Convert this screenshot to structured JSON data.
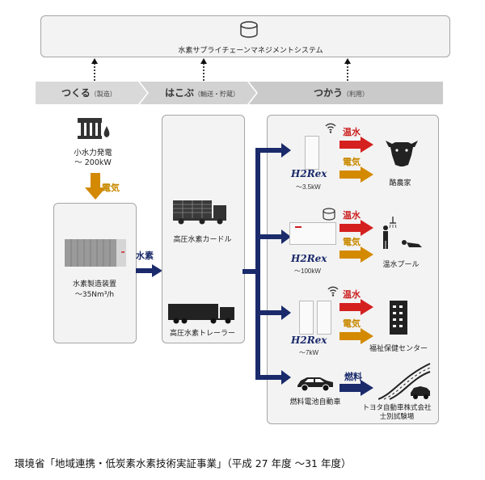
{
  "system": {
    "label": "水素サプライチェーンマネジメントシステム",
    "icon": "database-icon"
  },
  "phases": [
    {
      "main": "つくる",
      "sub": "（製造）"
    },
    {
      "main": "はこぶ",
      "sub": "（輸送・貯蔵）"
    },
    {
      "main": "つかう",
      "sub": "（利用）"
    }
  ],
  "hydro": {
    "line1": "小水力発電",
    "line2": "～ 200kW"
  },
  "electricity_label": "電気",
  "hydrogen_label": "水素",
  "production": {
    "line1": "水素製造装置",
    "line2": "～35Nm³/h"
  },
  "transport": {
    "curdle": "高圧水素カードル",
    "trailer": "高圧水素トレーラー"
  },
  "units": [
    {
      "brand": "H2Rex",
      "capacity": "～3.5kW",
      "hot": "温水",
      "elec": "電気",
      "target": "酪農家"
    },
    {
      "brand": "H2Rex",
      "capacity": "～100kW",
      "hot": "温水",
      "elec": "電気",
      "target": "温水プール"
    },
    {
      "brand": "H2Rex",
      "capacity": "～7kW",
      "hot": "温水",
      "elec": "電気",
      "target": "福祉保健センター"
    }
  ],
  "fcv": {
    "label": "燃料電池自動車",
    "fuel": "燃料",
    "target_line1": "トヨタ自動車株式会社",
    "target_line2": "士別試験場"
  },
  "caption": "環境省「地域連携・低炭素水素技術実証事業」（平成 27 年度 ～31 年度）",
  "colors": {
    "red": "#d52020",
    "orange": "#d38a00",
    "navy": "#1a2a6b",
    "grey_box": "#f3f3f3"
  }
}
